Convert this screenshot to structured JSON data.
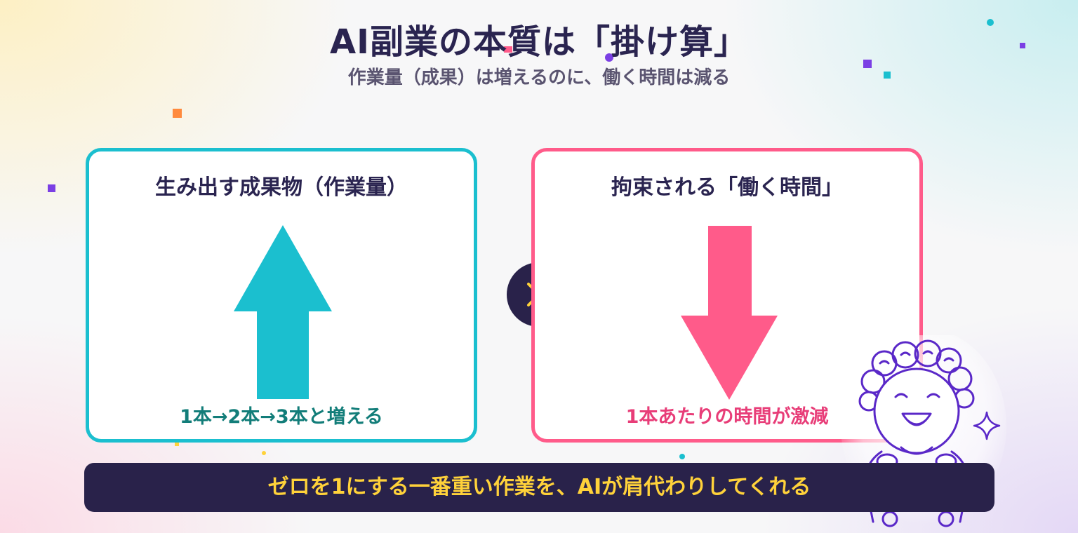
{
  "header": {
    "title": "AI副業の本質は「掛け算」",
    "subtitle": "作業量（成果）は増えるのに、働く時間は減る"
  },
  "left_panel": {
    "title": "生み出す成果物（作業量）",
    "caption": "1本→2本→3本と増える",
    "arrow": "up",
    "color": "#1bbfcf"
  },
  "operator": {
    "symbol": "×",
    "color": "#ffd23a"
  },
  "right_panel": {
    "title": "拘束される「働く時間」",
    "caption": "1本あたりの時間が激減",
    "arrow": "down",
    "color": "#ff5b8a"
  },
  "banner": {
    "text": "ゼロを1にする一番重い作業を、AIが肩代わりしてくれる"
  },
  "colors": {
    "navy": "#29224a",
    "teal": "#1bbfcf",
    "pink": "#ff5b8a",
    "yellow": "#ffd23a",
    "purple": "#7b3fe4",
    "orange": "#ff8a3d"
  },
  "icons": [
    "up-arrow-icon",
    "down-arrow-icon",
    "multiply-icon",
    "smiling-character-illustration",
    "sparkle-icon"
  ]
}
